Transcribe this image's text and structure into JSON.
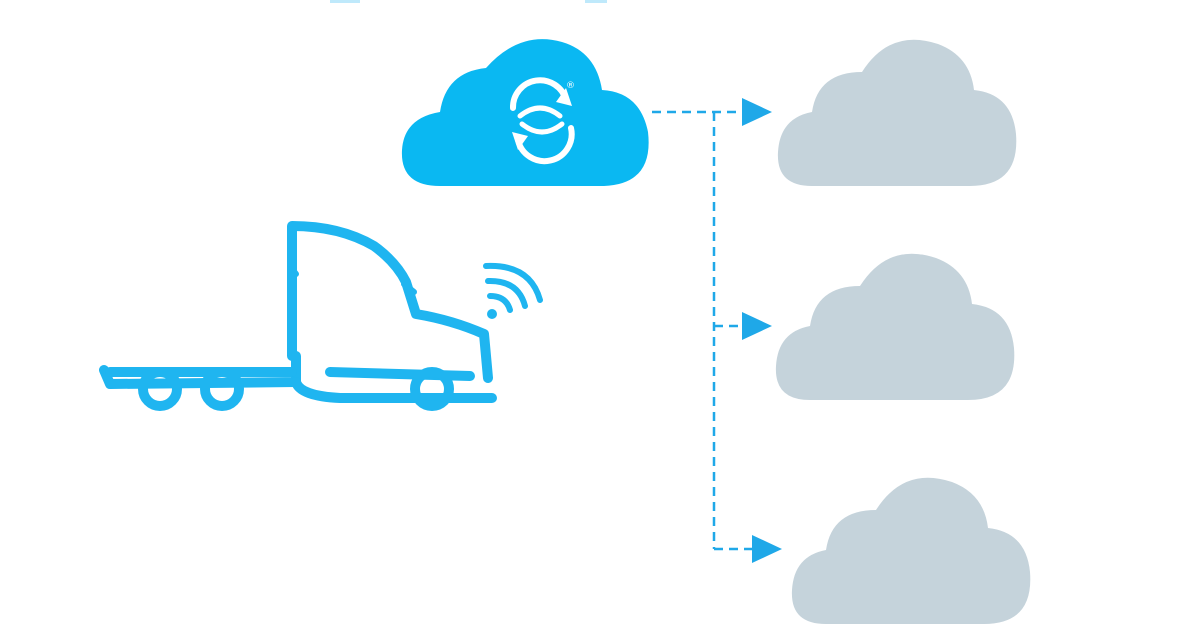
{
  "diagram": {
    "registered_mark": "®",
    "nodes": {
      "source": {
        "kind": "truck",
        "signal": "wifi-signal"
      },
      "hub": {
        "kind": "cloud",
        "icon": "sync-icon"
      },
      "destinations": [
        {
          "kind": "cloud"
        },
        {
          "kind": "cloud"
        },
        {
          "kind": "cloud"
        }
      ]
    }
  },
  "colors": {
    "accent": "#1fb5f0",
    "hub_fill": "#0ab8f2",
    "dest_fill": "#c5d3db",
    "connector": "#1fa8e8",
    "icon_white": "#ffffff"
  }
}
